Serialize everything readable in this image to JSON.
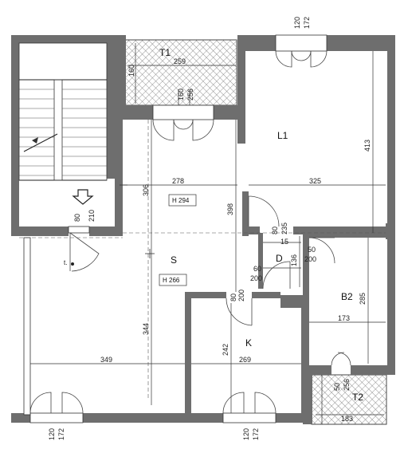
{
  "rooms": {
    "t1": "T1",
    "l1": "L1",
    "s": "S",
    "d": "D",
    "b2": "B2",
    "k": "K",
    "t2": "T2"
  },
  "heights": {
    "living": "H 294",
    "salon": "H 266"
  },
  "dims": {
    "top_120": "120",
    "top_172": "172",
    "t1_w": "259",
    "t1_h": "160",
    "t1_win_160": "160",
    "t1_win_256": "256",
    "l1_h": "413",
    "l1_w": "325",
    "s_306": "306",
    "s_278": "278",
    "s_398": "398",
    "s_344": "344",
    "hall_80": "80",
    "hall_210": "210",
    "d_80": "80",
    "d_235": "235",
    "d_15": "15",
    "d_136": "136",
    "d_60": "60",
    "d_200": "200",
    "d_50b": "50",
    "d_200b": "200",
    "k_80": "80",
    "k_200": "200",
    "k_242": "242",
    "k_269": "269",
    "b2_285": "285",
    "b2_173": "173",
    "t2_50": "50",
    "t2_256": "256",
    "t2_183": "183",
    "bot_l_120": "120",
    "bot_l_172": "172",
    "bot_r_120": "120",
    "bot_r_172": "172",
    "k_349": "349"
  }
}
